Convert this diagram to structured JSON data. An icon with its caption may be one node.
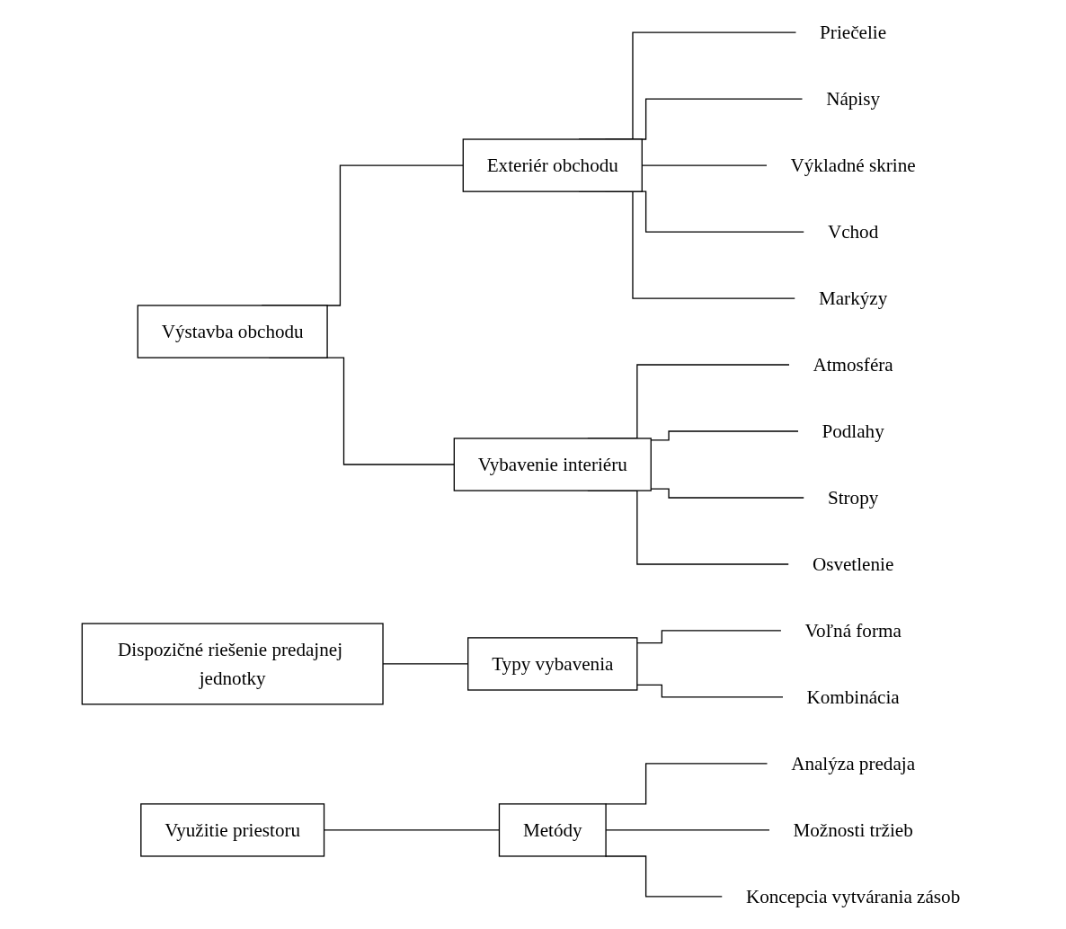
{
  "diagram": {
    "nodes": [
      {
        "text": [
          "Výstavba obchodu"
        ]
      },
      {
        "text": [
          "Exteriér obchodu"
        ]
      },
      {
        "text": [
          "Vybavenie interiéru"
        ]
      },
      {
        "text": [
          "Priečelie"
        ]
      },
      {
        "text": [
          "Nápisy"
        ]
      },
      {
        "text": [
          "Výkladné skrine"
        ]
      },
      {
        "text": [
          "Vchod"
        ]
      },
      {
        "text": [
          "Markýzy"
        ]
      },
      {
        "text": [
          "Atmosféra"
        ]
      },
      {
        "text": [
          "Podlahy"
        ]
      },
      {
        "text": [
          "Stropy"
        ]
      },
      {
        "text": [
          "Osvetlenie"
        ]
      },
      {
        "text": [
          "Dispozičné riešenie predajnej jednotky"
        ]
      },
      {
        "text": [
          "Typy vybavenia"
        ]
      },
      {
        "text": [
          "Voľná forma"
        ]
      },
      {
        "text": [
          "Kombinácia"
        ]
      },
      {
        "text": [
          "Využitie priestoru"
        ]
      },
      {
        "text": [
          "Metódy"
        ]
      },
      {
        "text": [
          "Analýza predaja"
        ]
      },
      {
        "text": [
          "Možnosti tržieb"
        ]
      },
      {
        "text": [
          "Koncepcia vytvárania zásob"
        ]
      }
    ],
    "edges": [
      {
        "from": 0,
        "to": 1,
        "arrow": "none"
      },
      {
        "from": 0,
        "to": 2,
        "arrow": "none"
      },
      {
        "from": 1,
        "to": 3,
        "arrow": "none"
      },
      {
        "from": 1,
        "to": 4,
        "arrow": "none"
      },
      {
        "from": 1,
        "to": 5,
        "arrow": "none"
      },
      {
        "from": 1,
        "to": 6,
        "arrow": "none"
      },
      {
        "from": 1,
        "to": 7,
        "arrow": "none"
      },
      {
        "from": 2,
        "to": 8,
        "arrow": "none"
      },
      {
        "from": 2,
        "to": 9,
        "arrow": "none"
      },
      {
        "from": 2,
        "to": 10,
        "arrow": "none"
      },
      {
        "from": 2,
        "to": 11,
        "arrow": "none"
      },
      {
        "from": 12,
        "to": 13,
        "arrow": "none"
      },
      {
        "from": 13,
        "to": 14,
        "arrow": "none"
      },
      {
        "from": 13,
        "to": 15,
        "arrow": "none"
      },
      {
        "from": 16,
        "to": 17,
        "arrow": "none"
      },
      {
        "from": 17,
        "to": 18,
        "arrow": "none"
      },
      {
        "from": 17,
        "to": 19,
        "arrow": "none"
      },
      {
        "from": 17,
        "to": 20,
        "arrow": "none"
      }
    ]
  }
}
